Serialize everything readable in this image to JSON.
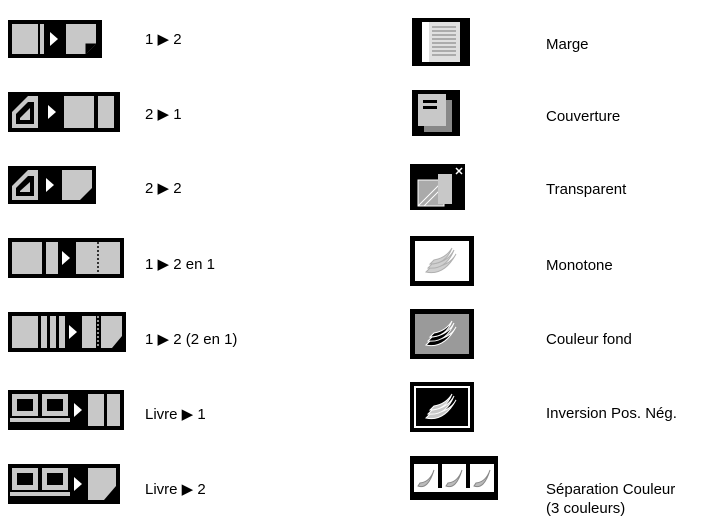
{
  "left_column": [
    {
      "label": "1 ▶ 2",
      "icon": "one-to-two-sided-icon"
    },
    {
      "label": "2 ▶ 1",
      "icon": "two-to-one-sided-icon"
    },
    {
      "label": "2 ▶ 2",
      "icon": "two-to-two-sided-icon"
    },
    {
      "label": "1 ▶ 2 en 1",
      "icon": "one-to-two-in-one-icon"
    },
    {
      "label": "1 ▶ 2 (2 en 1)",
      "icon": "one-to-two-two-in-one-icon"
    },
    {
      "label": "Livre ▶ 1",
      "icon": "book-to-one-icon"
    },
    {
      "label": "Livre ▶ 2",
      "icon": "book-to-two-icon"
    }
  ],
  "right_column": [
    {
      "label": "Marge",
      "icon": "margin-icon"
    },
    {
      "label": "Couverture",
      "icon": "cover-icon"
    },
    {
      "label": "Transparent",
      "icon": "transparency-icon"
    },
    {
      "label": "Monotone",
      "icon": "monotone-icon"
    },
    {
      "label": "Couleur fond",
      "icon": "background-color-icon"
    },
    {
      "label": "Inversion Pos. Nég.",
      "icon": "pos-neg-inversion-icon"
    },
    {
      "label": "Séparation Couleur",
      "label_2": "(3 couleurs)",
      "icon": "color-separation-icon"
    }
  ],
  "colors": {
    "icon_bg": "#000000",
    "page": "#c8c8c8",
    "arrow": "#ffffff"
  }
}
